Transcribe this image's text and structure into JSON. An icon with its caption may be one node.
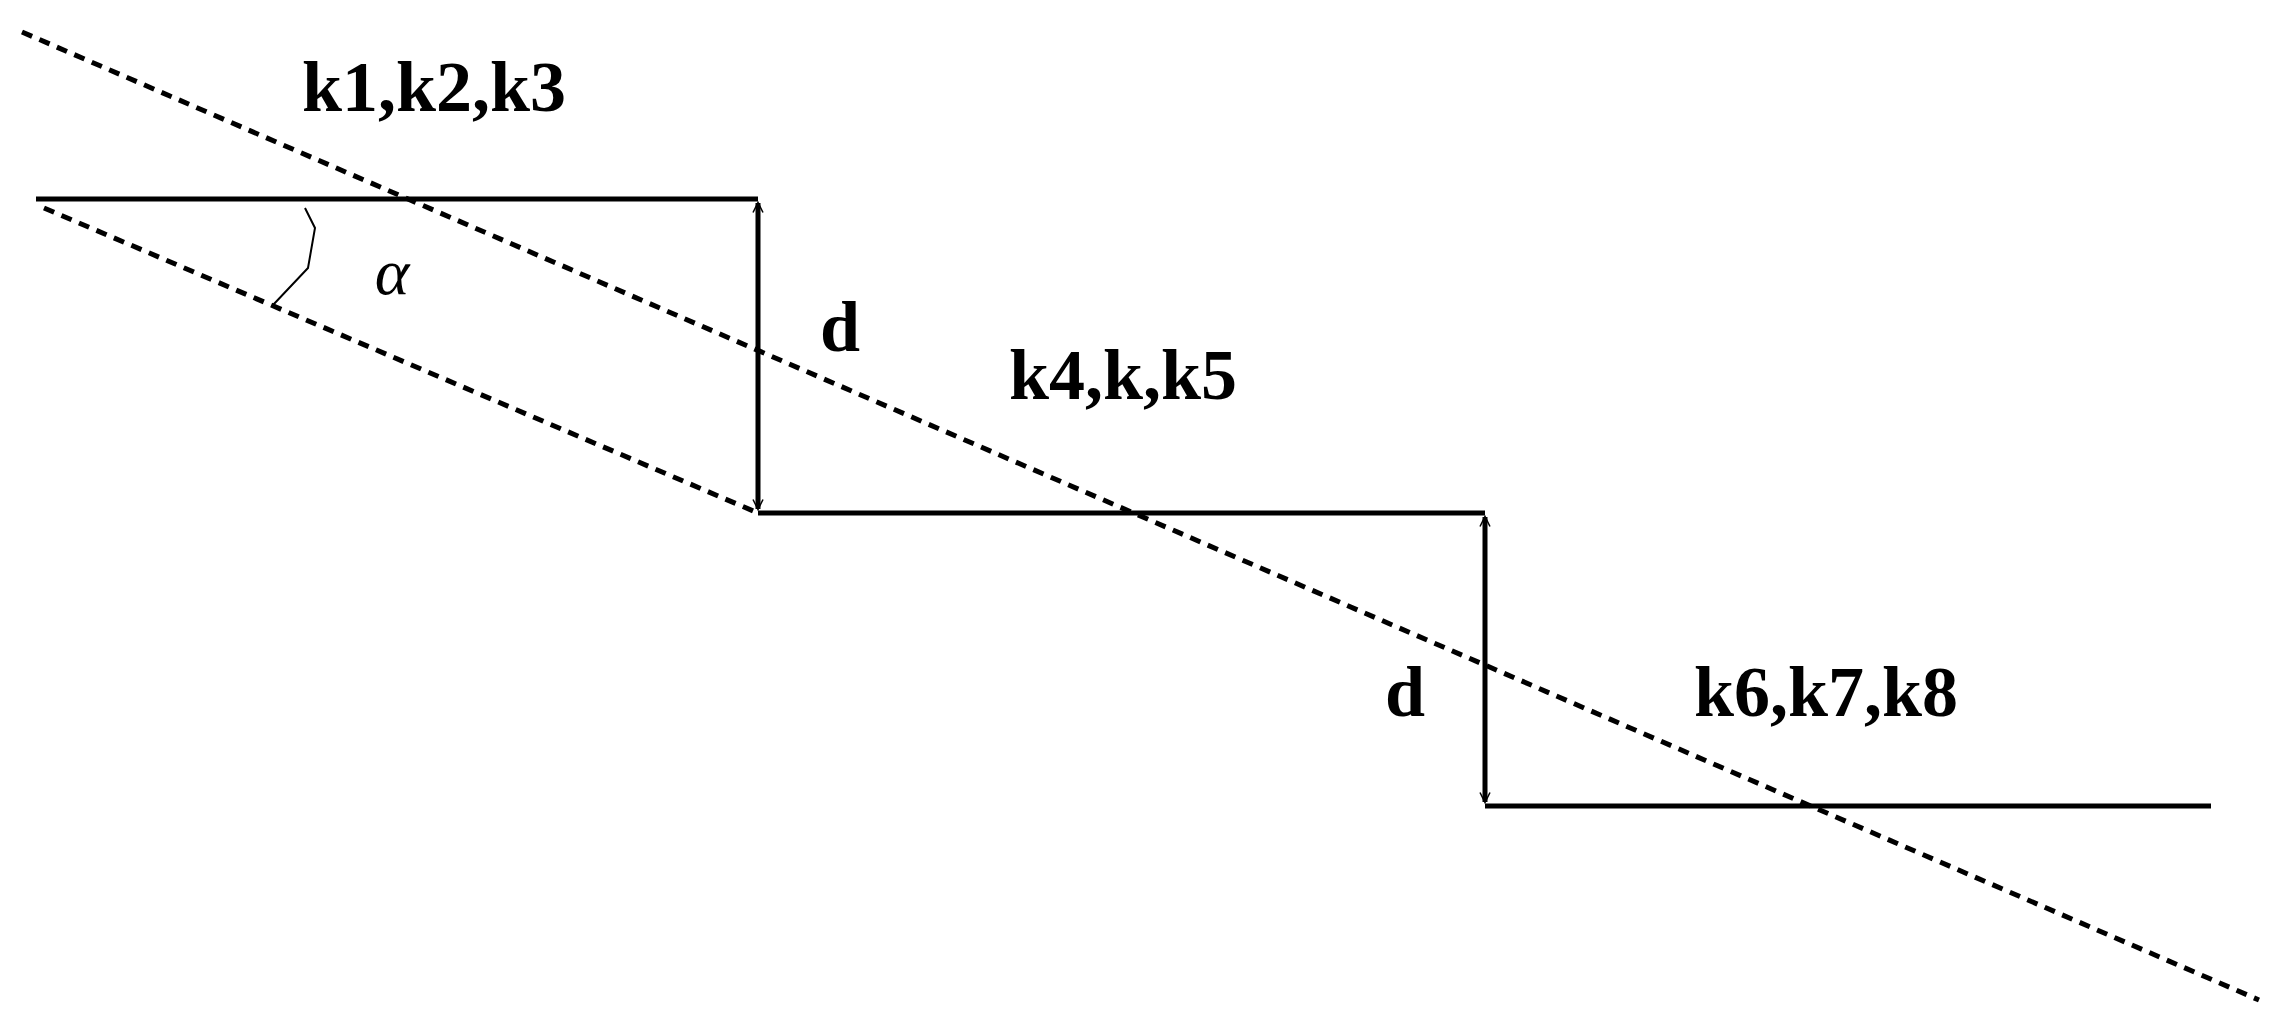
{
  "diagram": {
    "labels": [
      "k1,k2,k3",
      "α",
      "d",
      "k4,k,k5",
      "d",
      "k6,k7,k8"
    ]
  }
}
